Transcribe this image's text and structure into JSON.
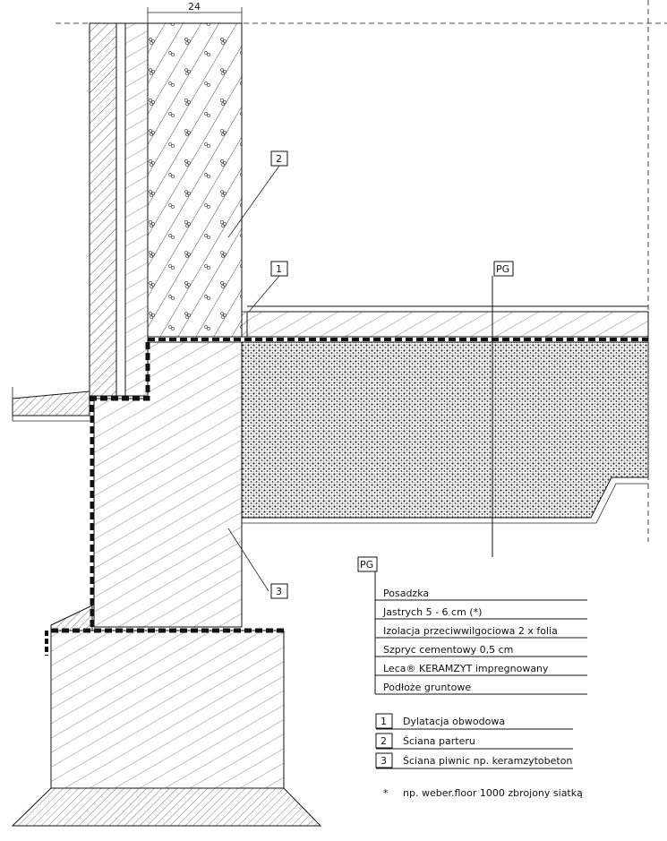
{
  "dimension": {
    "width_label": "24"
  },
  "callouts": {
    "wall_ground": "2",
    "perimeter_joint": "1",
    "floor_section": "PG",
    "basement_wall": "3"
  },
  "layers_table": {
    "tag": "PG",
    "rows": [
      "Posadzka",
      "Jastrych 5 - 6 cm (*)",
      "Izolacja przeciwwilgociowa 2 x folia",
      "Szpryc cementowy 0,5 cm",
      "Leca® KERAMZYT impregnowany",
      "Podłoże gruntowe"
    ]
  },
  "legend": [
    {
      "num": "1",
      "text": "Dylatacja obwodowa"
    },
    {
      "num": "2",
      "text": "Ściana parteru"
    },
    {
      "num": "3",
      "text": "Ściana piwnic np. keramzytobeton"
    }
  ],
  "footnote": {
    "marker": "*",
    "text": "np. weber.floor 1000 zbrojony siatką"
  },
  "colors": {
    "ink": "#111111",
    "paper": "#ffffff"
  }
}
